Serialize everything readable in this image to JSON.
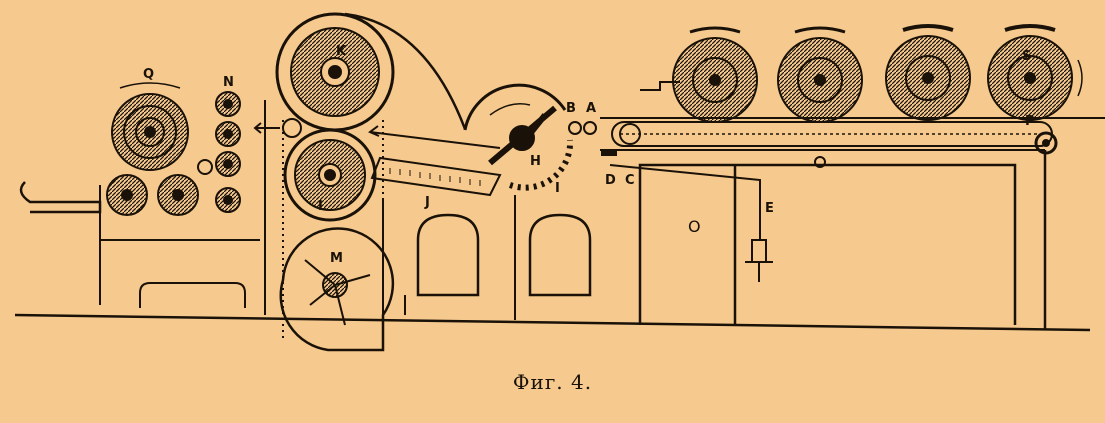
{
  "caption": "Фиг. 4.",
  "colors": {
    "background": "#f6c98e",
    "ink": "#1a1208"
  },
  "labels": {
    "Q": "Q",
    "N": "N",
    "K": "K",
    "L": "L",
    "M": "M",
    "J": "J",
    "H": "H",
    "I": "I",
    "B": "B",
    "A": "A",
    "D": "D",
    "C": "C",
    "E": "E",
    "O": "O",
    "S": "S",
    "P": "P"
  }
}
